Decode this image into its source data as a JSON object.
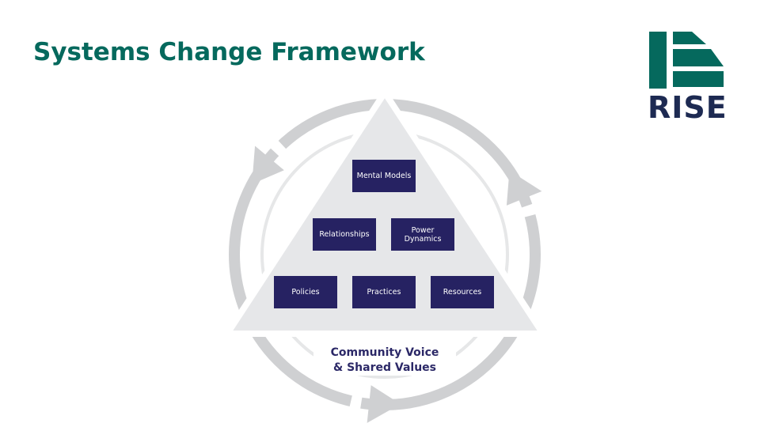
{
  "slide": {
    "title": "Systems Change Framework"
  },
  "logo": {
    "text": "RISE",
    "colors": {
      "teal": "#05695d",
      "navy": "#1d2a52"
    }
  },
  "diagram": {
    "boxes": {
      "mental_models": "Mental Models",
      "relationships": "Relationships",
      "power_dynamics": "Power Dynamics",
      "policies": "Policies",
      "practices": "Practices",
      "resources": "Resources"
    },
    "caption_line1": "Community Voice",
    "caption_line2": "& Shared Values",
    "colors": {
      "box": "#262262",
      "triangle": "#e6e7e9",
      "ring": "#cfd0d2"
    }
  }
}
